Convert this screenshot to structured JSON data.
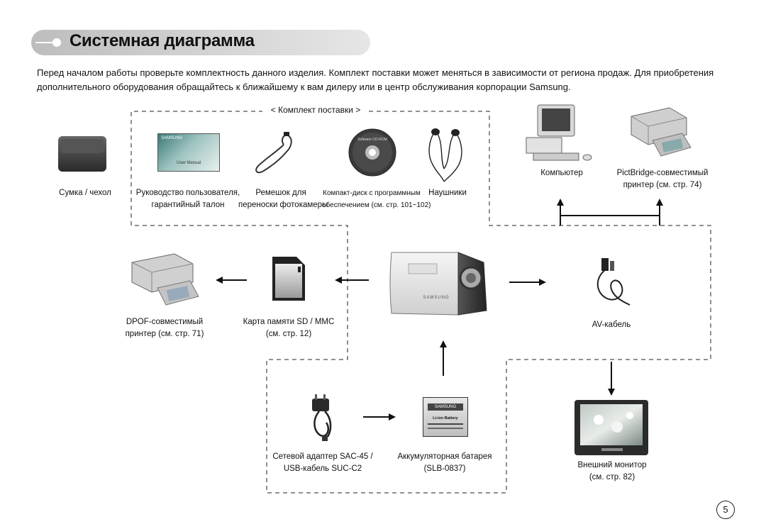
{
  "header": {
    "title": "Системная диаграмма"
  },
  "intro": {
    "line1": "Перед началом работы проверьте комплектность данного изделия. Комплект поставки может меняться в зависимости от региона продаж. Для приобретения",
    "line2": "дополнительного оборудования обращайтесь к ближайшему к вам дилеру или в центр обслуживания корпорации Samsung."
  },
  "kit": {
    "title": "< Комплект поставки >",
    "manual": {
      "line1": "Руководство пользователя,",
      "line2": "гарантийный талон",
      "cover_text": "User Manual",
      "brand": "SAMSUNG"
    },
    "strap": {
      "line1": "Ремешок для",
      "line2": "переноски фотокамеры"
    },
    "cd": {
      "line1": "Компакт-диск с программным",
      "line2": "обеспечением (см. стр. 101~102)",
      "disc_text": "Software CD-ROM"
    },
    "earphones": {
      "line1": "Наушники"
    }
  },
  "case": {
    "line1": "Сумка / чехол"
  },
  "computer": {
    "line1": "Компьютер"
  },
  "pictbridge": {
    "line1": "PictBridge-совместимый",
    "line2": "принтер (см. стр. 74)"
  },
  "dpof": {
    "line1": "DPOF-совместимый",
    "line2": "принтер (см. стр. 71)"
  },
  "card": {
    "line1": "Карта памяти SD / MMC",
    "line2": "(см. стр. 12)"
  },
  "camera": {
    "brand": "SAMSUNG"
  },
  "av": {
    "line1": "AV-кабель"
  },
  "adapter": {
    "line1": "Сетевой адаптер SAC-45 /",
    "line2": "USB-кабель SUC-C2"
  },
  "battery": {
    "line1": "Аккумуляторная батарея",
    "line2": "(SLB-0837)",
    "brand": "SAMSUNG",
    "type": "Li-ion Battery"
  },
  "monitor": {
    "line1": "Внешний монитор",
    "line2": "(см. стр. 82)"
  },
  "page": {
    "number": "5"
  }
}
